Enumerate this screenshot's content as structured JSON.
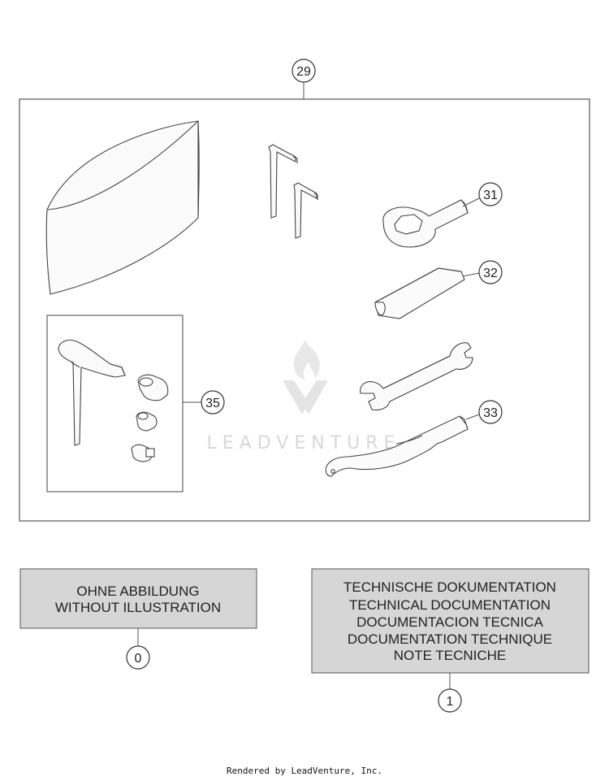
{
  "callouts": {
    "main_kit": "29",
    "item_31": "31",
    "item_32": "32",
    "item_33": "33",
    "item_35": "35",
    "item_0": "0",
    "item_1": "1"
  },
  "boxes": {
    "no_illustration": {
      "line1": "OHNE ABBILDUNG",
      "line2": "WITHOUT ILLUSTRATION",
      "fill": "#d6d6d6"
    },
    "tech_docs": {
      "line1": "TECHNISCHE DOKUMENTATION",
      "line2": "TECHNICAL DOCUMENTATION",
      "line3": "DOCUMENTACION TECNICA",
      "line4": "DOCUMENTATION TECHNIQUE",
      "line5": "NOTE TECNICHE",
      "fill": "#d6d6d6"
    }
  },
  "watermark": {
    "text": "LEADVENTURE"
  },
  "footer": {
    "text": "Rendered by LeadVenture, Inc."
  },
  "icons": [
    "tool-bag-icon",
    "hex-key-icon",
    "ring-spanner-icon",
    "pin-tool-icon",
    "open-end-wrench-icon",
    "hook-wrench-icon",
    "t-handle-hex-key-icon",
    "adapter-socket-icon",
    "watermark-logo-icon"
  ]
}
